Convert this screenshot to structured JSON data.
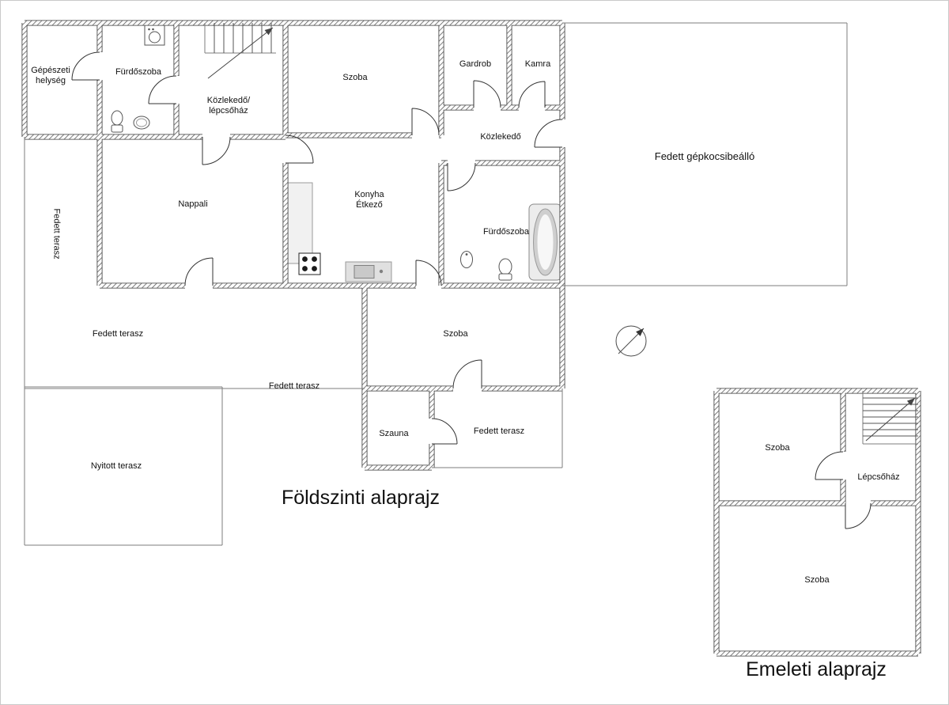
{
  "ground_floor": {
    "title": "Földszinti alaprajz",
    "labels": {
      "mechanical_room": "Gépészeti\nhelység",
      "bathroom1": "Fürdőszoba",
      "corridor_staircase": "Közlekedő/\nlépcsőház",
      "room_top": "Szoba",
      "wardrobe": "Gardrob",
      "pantry": "Kamra",
      "corridor": "Közlekedő",
      "carport": "Fedett gépkocsibeálló",
      "living_room": "Nappali",
      "kitchen_dining": "Konyha\nÉtkező",
      "bathroom2": "Fürdőszoba",
      "terrace_left": "Fedett terasz",
      "terrace_bottom": "Fedett terasz",
      "terrace_mid": "Fedett terasz",
      "room_bottom": "Szoba",
      "sauna": "Szauna",
      "terrace_sauna": "Fedett terasz",
      "open_terrace": "Nyitott terasz"
    }
  },
  "upper_floor": {
    "title": "Emeleti alaprajz",
    "labels": {
      "room_top": "Szoba",
      "staircase": "Lépcsőház",
      "room_bottom": "Szoba"
    }
  },
  "colors": {
    "wall": "#3a3a3a",
    "thin_line": "#7d7d7d",
    "counter": "#e0e0e0"
  }
}
